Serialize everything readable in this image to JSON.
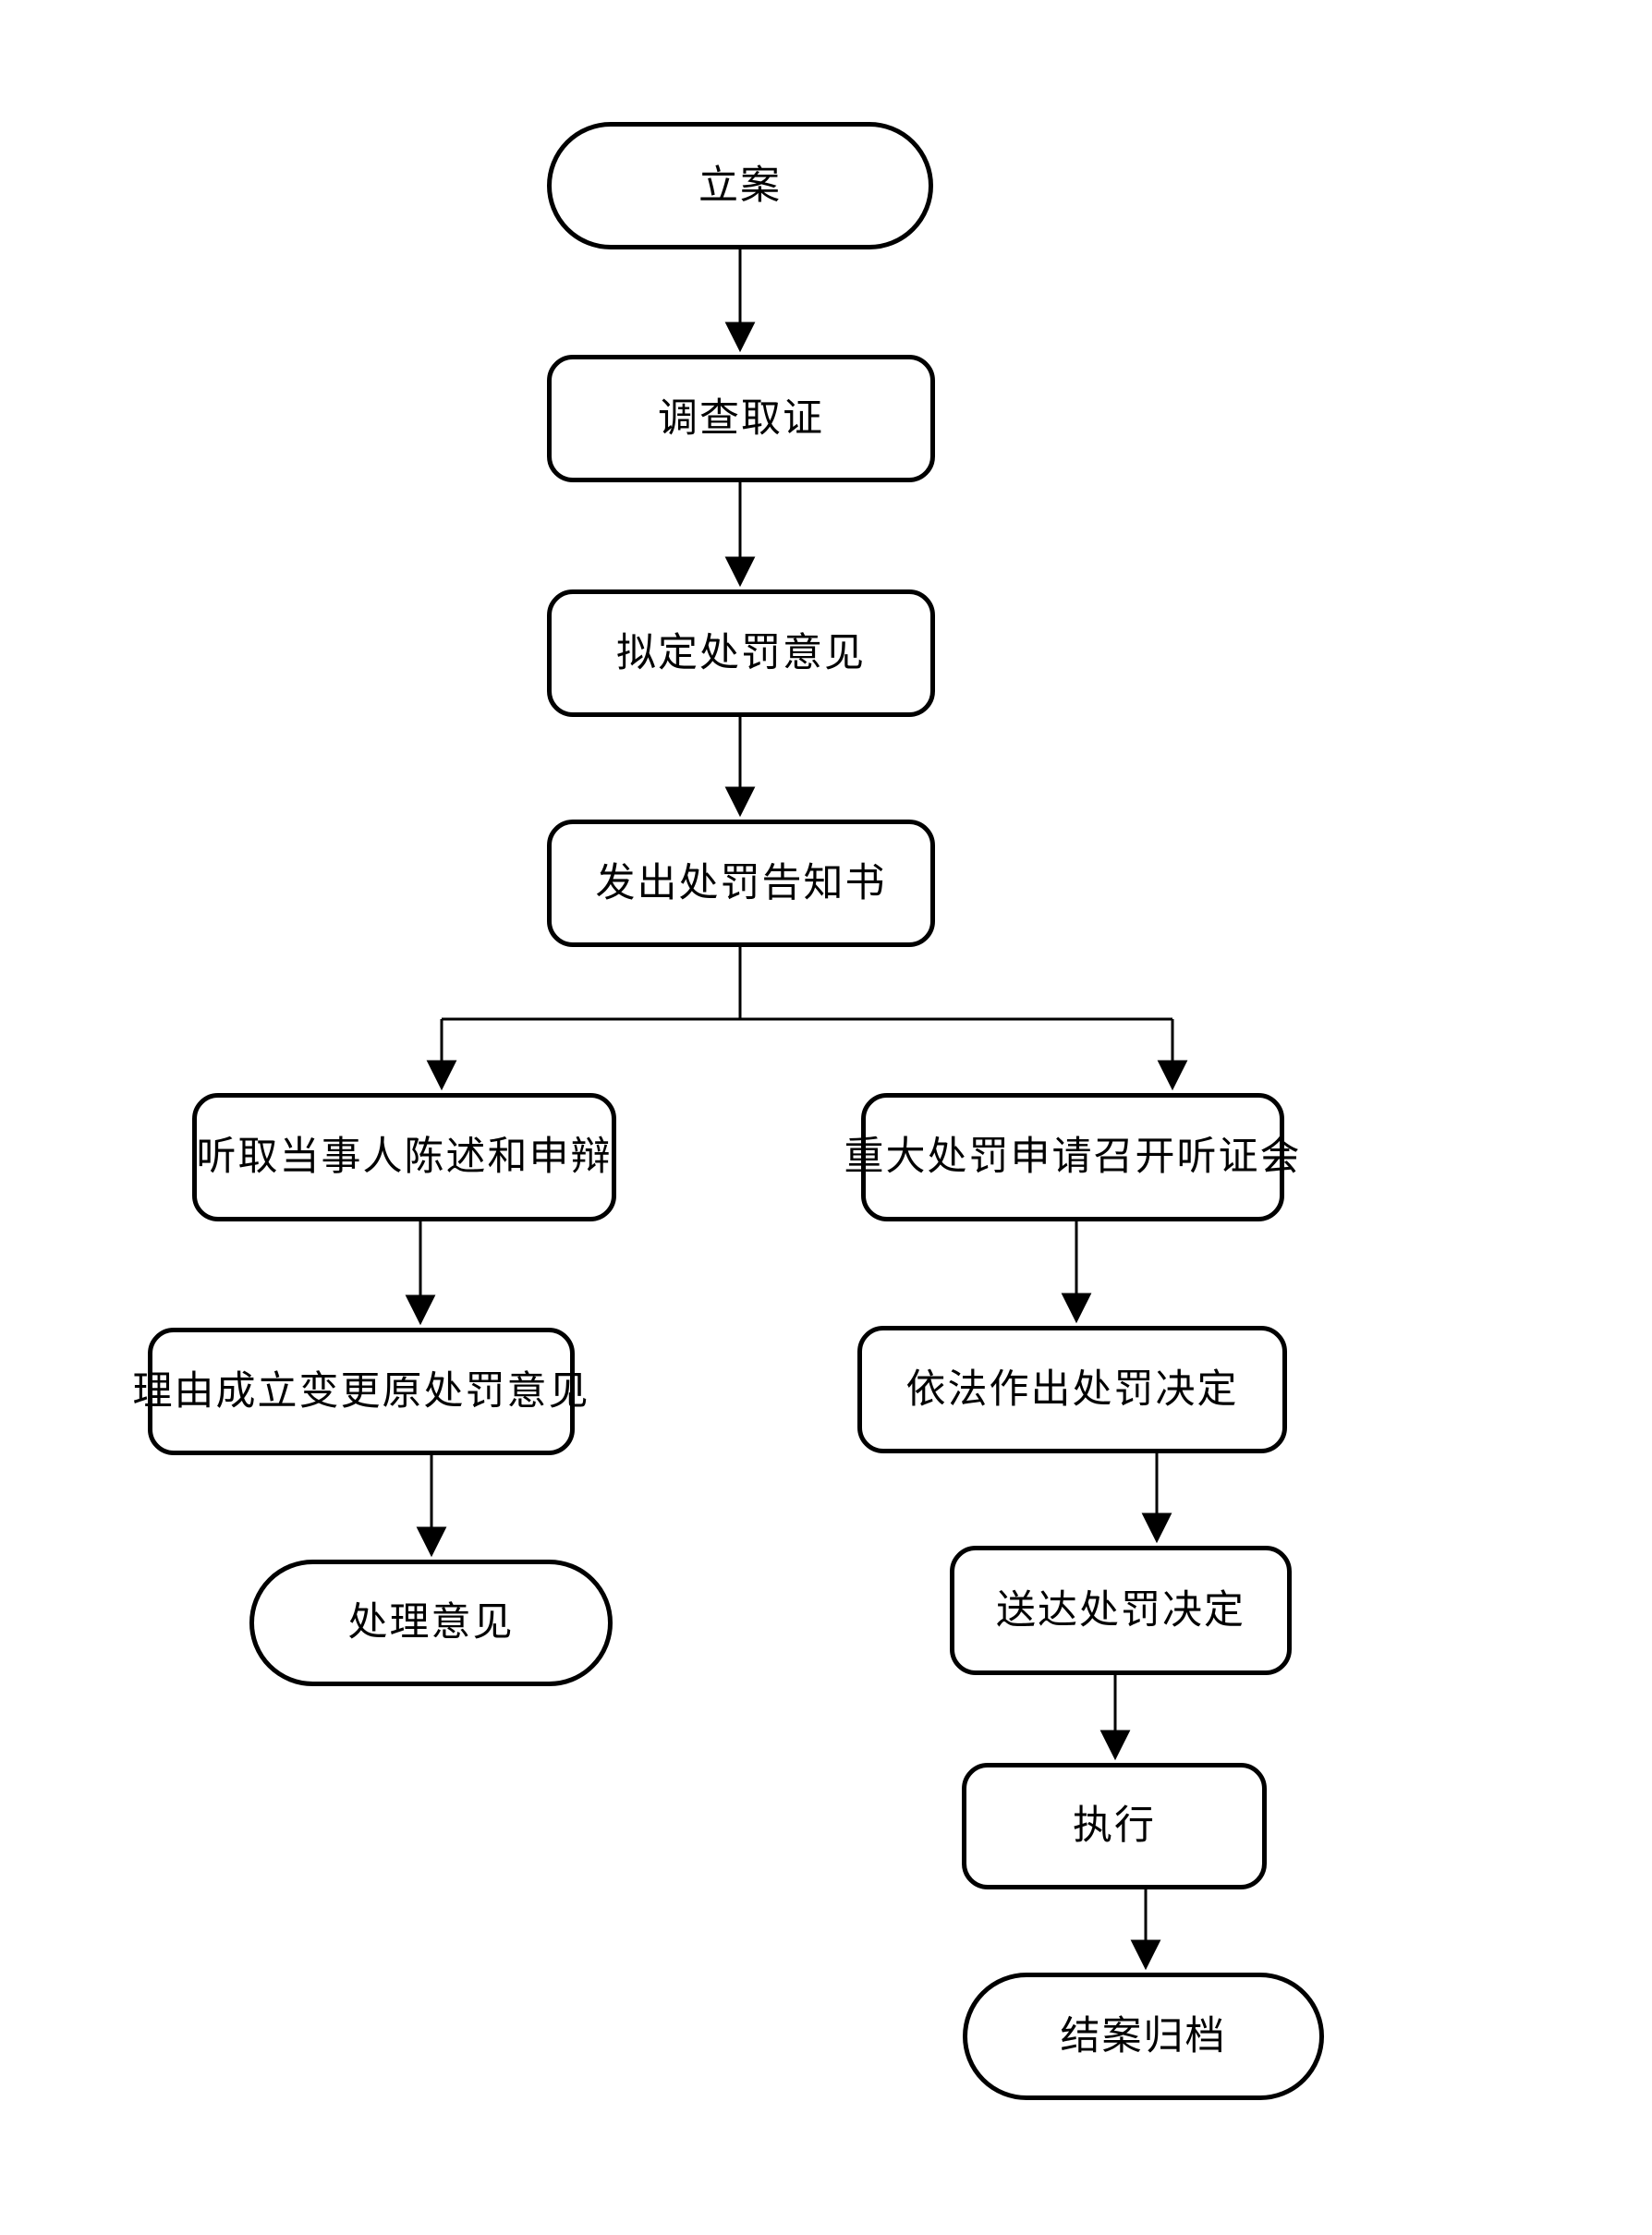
{
  "diagram": {
    "background_color": "#ffffff",
    "stroke_color": "#000000",
    "nodes": [
      {
        "id": "case-filing",
        "type": "terminator",
        "label": "立案"
      },
      {
        "id": "investigation",
        "type": "process",
        "label": "调查取证"
      },
      {
        "id": "draft-penalty-opinion",
        "type": "process",
        "label": "拟定处罚意见"
      },
      {
        "id": "penalty-notice",
        "type": "process",
        "label": "发出处罚告知书"
      },
      {
        "id": "statement-defense",
        "type": "process",
        "label": "听取当事人陈述和申辩"
      },
      {
        "id": "hearing-request",
        "type": "process",
        "label": "重大处罚申请召开听证会"
      },
      {
        "id": "change-opinion",
        "type": "process",
        "label": "理由成立变更原处罚意见"
      },
      {
        "id": "penalty-decision",
        "type": "process",
        "label": "依法作出处罚决定"
      },
      {
        "id": "handling-opinion",
        "type": "terminator",
        "label": "处理意见"
      },
      {
        "id": "deliver-decision",
        "type": "process",
        "label": "送达处罚决定"
      },
      {
        "id": "execution",
        "type": "process",
        "label": "执行"
      },
      {
        "id": "case-closing",
        "type": "terminator",
        "label": "结案归档"
      }
    ]
  }
}
